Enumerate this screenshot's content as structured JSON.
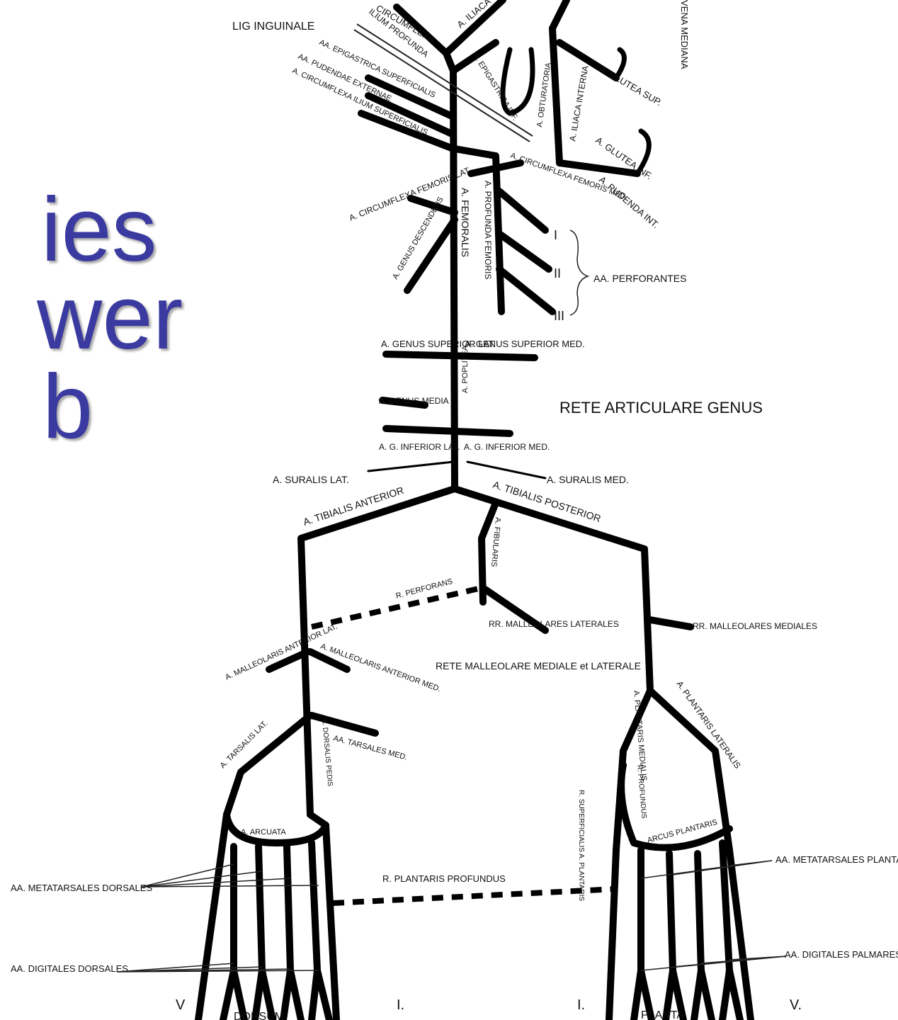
{
  "slide": {
    "title_lines": [
      "ies",
      "wer",
      "b"
    ],
    "title_color": "#3a3aa0"
  },
  "diagram": {
    "labels": {
      "lig_inguinale": "LIG INGUINALE",
      "a_circumflexa": "CIRCUMFLEXA",
      "a_iliaca": "A. ILIACA",
      "ilium_profunda": "ILIUM PROFUNDA",
      "vena_mediana": "VENA MEDIANA",
      "aa_epigastrica": "AA. EPIGASTRICA SUPERFICIALIS",
      "aa_pudenda": "AA. PUDENDAE EXTERNAE",
      "a_circumflexa_ilium_sup": "A. CIRCUMFLEXA ILIUM SUPERFICIALIS",
      "a_epigastrica_inf": "A. EPIGASTRICA INF.",
      "a_obturatoria": "A. OBTURATORIA",
      "a_iliaca_interna": "A. ILIACA INTERNA",
      "a_glutea_sup": "A. GLUTEA SUP.",
      "a_glutea_inf": "A. GLUTEA INF.",
      "a_pudenda_int": "A. PUDENDA INT.",
      "a_circumflexa_femoris_med": "A. CIRCUMFLEXA FEMORIS MED.",
      "a_circumflexa_femoris_lat": "A. CIRCUMFLEXA FEMORIS LAT.",
      "a_femoralis": "A. FEMORALIS",
      "a_profunda_femoris": "A. PROFUNDA FEMORIS",
      "a_genus_descendens": "A. GENUS DESCENDENS",
      "perforantes_i": "I",
      "perforantes_ii": "II",
      "perforantes_iii": "III",
      "aa_perforantes": "AA. PERFORANTES",
      "a_genus_sup_lat": "A. GENUS SUPERIOR LAT.",
      "a_genus_sup_med": "A. GENUS SUPERIOR MED.",
      "a_genus_media": "A. GENUS MEDIA",
      "a_poplitea": "A. POPLITEA",
      "rete_articulare_genus": "RETE ARTICULARE GENUS",
      "a_genus_inf_lat": "A. G. INFERIOR LAT.",
      "a_genus_inf_med": "A. G. INFERIOR MED.",
      "a_suralis_lat": "A. SURALIS LAT.",
      "a_suralis_med": "A. SURALIS MED.",
      "a_tibialis_anterior": "A. TIBIALIS ANTERIOR",
      "a_tibialis_posterior": "A. TIBIALIS POSTERIOR",
      "a_fibularis": "A. FIBULARIS",
      "r_perforans": "R. PERFORANS",
      "rr_malleolares_laterales": "RR. MALLEOLARES LATERALES",
      "rr_malleolares_mediales": "RR. MALLEOLARES MEDIALES",
      "a_malleolaris_ant_lat": "A. MALLEOLARIS ANTERIOR LAT.",
      "a_malleolaris_ant_med": "A. MALLEOLARIS ANTERIOR MED.",
      "rete_malleolare": "RETE MALLEOLARE MEDIALE et LATERALE",
      "a_tarsalis_lat": "A. TARSALIS LAT.",
      "a_dorsalis_pedis": "A. DORSALIS PEDIS",
      "aa_tarsales_med": "AA. TARSALES MED.",
      "a_plantaris_medialis": "A. PLANTARIS MEDIALIS",
      "a_plantaris_lateralis": "A. PLANTARIS LATERALIS",
      "r_profundus": "R. PROFUNDUS",
      "r_superficialis": "R. SUPERFICIALIS A. PLANTARIS",
      "a_arcuata": "A. ARCUATA",
      "arcus_plantaris": "ARCUS PLANTARIS",
      "aa_metatarsales_dorsales": "AA. METATARSALES DORSALES",
      "aa_metatarsales_plantares": "AA. METATARSALES PLANTARES",
      "r_plantaris_profundus": "R. PLANTARIS PROFUNDUS",
      "aa_digitales_dorsales": "AA. DIGITALES DORSALES",
      "aa_digitales_plantares": "AA. DIGITALES PALMARES",
      "dorsum": "DORSUM",
      "planta": "PLANTA",
      "toe_v_left": "V",
      "toe_i_left": "I.",
      "toe_i_right": "I.",
      "toe_v_right": "V."
    }
  }
}
